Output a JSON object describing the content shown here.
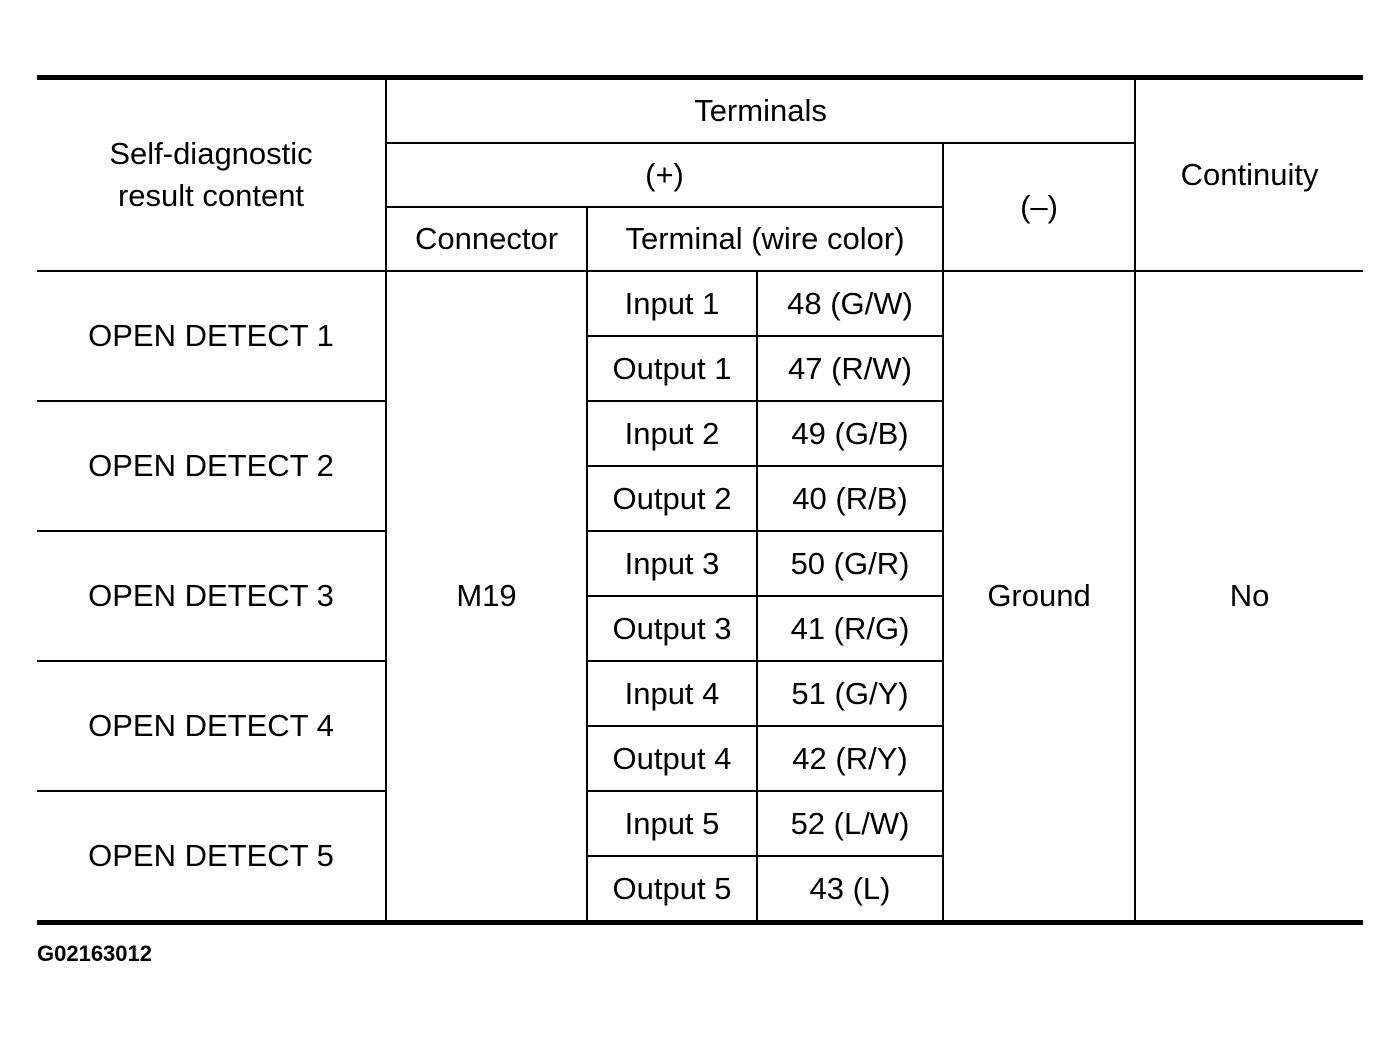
{
  "header": {
    "col_result": "Self-diagnostic result content",
    "terminals": "Terminals",
    "plus": "(+)",
    "minus": "(–)",
    "continuity": "Continuity",
    "connector": "Connector",
    "terminal_wire": "Terminal (wire color)"
  },
  "connector": "M19",
  "ground": "Ground",
  "continuity_value": "No",
  "rows": [
    {
      "result": "OPEN DETECT 1",
      "input_label": "Input 1",
      "input_wire": "48 (G/W)",
      "output_label": "Output 1",
      "output_wire": "47 (R/W)"
    },
    {
      "result": "OPEN DETECT 2",
      "input_label": "Input 2",
      "input_wire": "49 (G/B)",
      "output_label": "Output 2",
      "output_wire": "40 (R/B)"
    },
    {
      "result": "OPEN DETECT 3",
      "input_label": "Input 3",
      "input_wire": "50 (G/R)",
      "output_label": "Output 3",
      "output_wire": "41 (R/G)"
    },
    {
      "result": "OPEN DETECT 4",
      "input_label": "Input 4",
      "input_wire": "51 (G/Y)",
      "output_label": "Output 4",
      "output_wire": "42 (R/Y)"
    },
    {
      "result": "OPEN DETECT 5",
      "input_label": "Input 5",
      "input_wire": "52 (L/W)",
      "output_label": "Output 5",
      "output_wire": "43 (L)"
    }
  ],
  "figure_id": "G02163012"
}
